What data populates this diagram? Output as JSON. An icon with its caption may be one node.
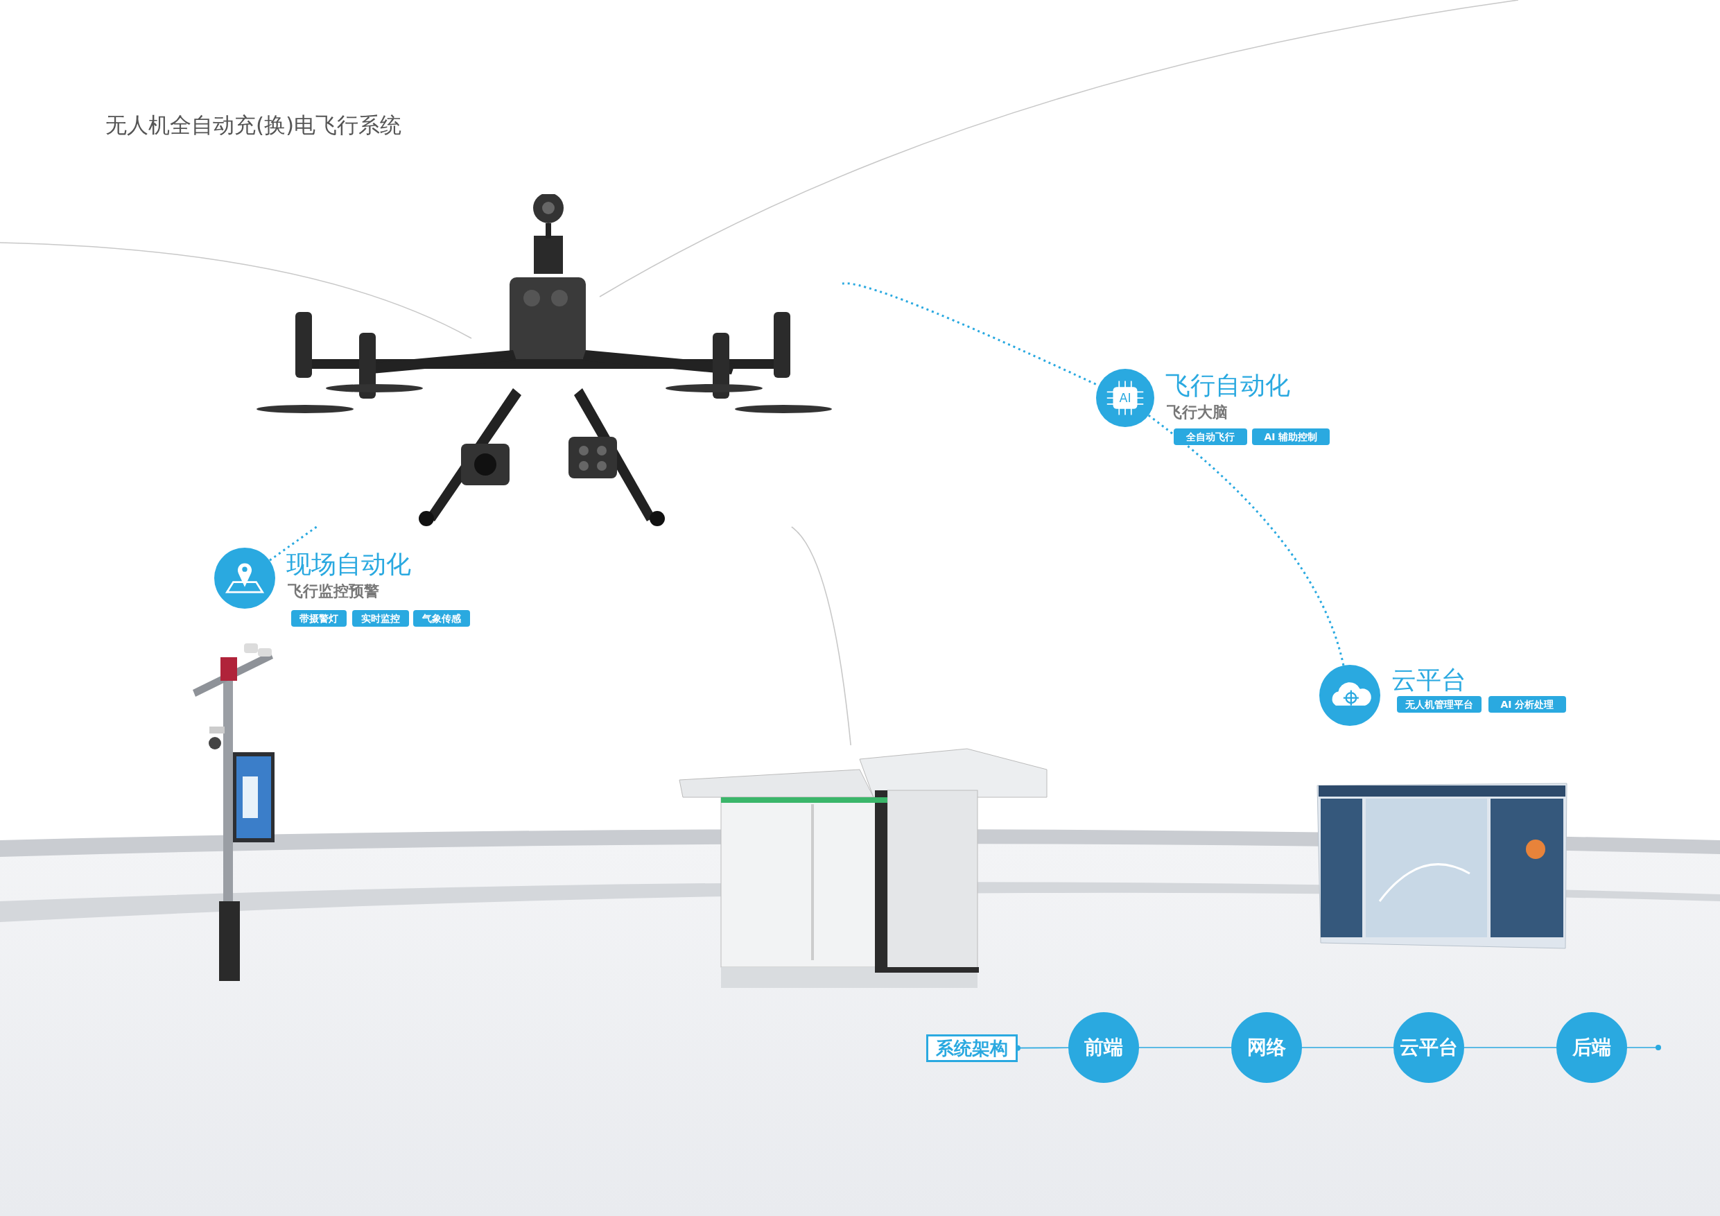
{
  "diagram": {
    "title": "无人机全自动充(换)电飞行系统",
    "nodes": [
      {
        "text": [],
        "shape": "picture"
      },
      {
        "text": [
          "现场自动化",
          "飞行监控预警"
        ]
      },
      {
        "text": [
          "带摄警灯"
        ]
      },
      {
        "text": [
          "实时监控"
        ]
      },
      {
        "text": [
          "气象传感"
        ]
      },
      {
        "text": [
          "飞行自动化",
          "飞行大脑"
        ]
      },
      {
        "text": [
          "全自动飞行"
        ]
      },
      {
        "text": [
          "AI 辅助控制"
        ]
      },
      {
        "text": [
          "云平台"
        ]
      },
      {
        "text": [
          "无人机管理平台"
        ]
      },
      {
        "text": [
          "AI 分析处理"
        ]
      },
      {
        "text": [],
        "shape": "picture"
      },
      {
        "text": [
          "系统架构"
        ]
      },
      {
        "text": [
          "前端"
        ]
      },
      {
        "text": [
          "网络"
        ]
      },
      {
        "text": [
          "云平台"
        ]
      },
      {
        "text": [
          "后端"
        ]
      }
    ],
    "edges": [
      {
        "from": 0,
        "to": 1,
        "arrow": "none",
        "style": "dashed"
      },
      {
        "from": 0,
        "to": 5,
        "arrow": "none",
        "style": "dashed"
      },
      {
        "from": 5,
        "to": 8,
        "arrow": "none",
        "style": "dashed"
      },
      {
        "from": 0,
        "to": 11,
        "arrow": "none",
        "color": "#c8c8c8"
      },
      {
        "from": 12,
        "to": 13,
        "arrow": "other"
      },
      {
        "from": 13,
        "to": 14,
        "arrow": "none"
      },
      {
        "from": 14,
        "to": 15,
        "arrow": "none"
      },
      {
        "from": 15,
        "to": 16,
        "arrow": "none"
      },
      {
        "from": 16,
        "to": null,
        "arrow": "other"
      }
    ],
    "labels": [
      "AI"
    ]
  }
}
